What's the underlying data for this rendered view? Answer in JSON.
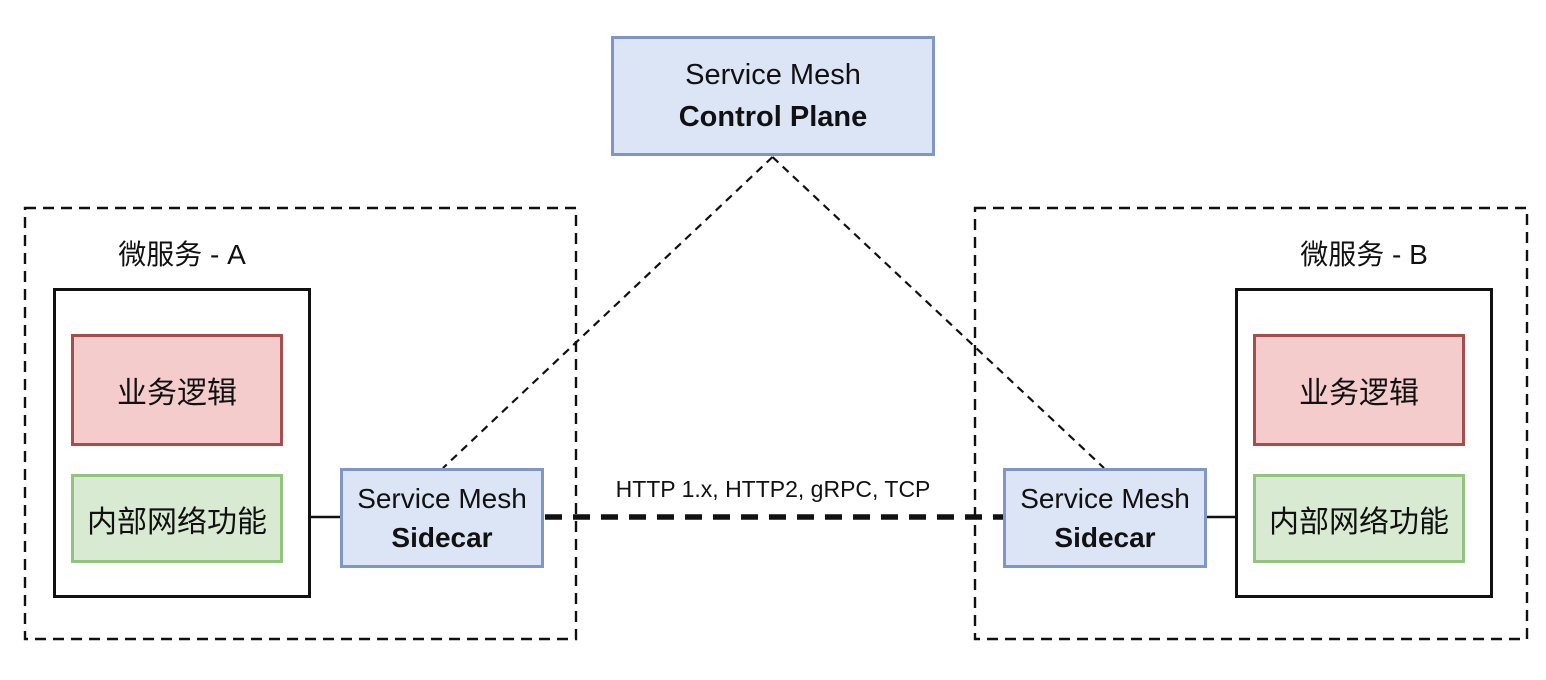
{
  "colors": {
    "blue_fill": "#dbe5f6",
    "blue_border": "#8096c6",
    "red_fill": "#f4cccc",
    "red_border": "#a64d4d",
    "green_fill": "#d9ead3",
    "green_border": "#93c47d",
    "line_color": "#111111"
  },
  "control_plane": {
    "line1": "Service Mesh",
    "line2": "Control Plane"
  },
  "link_label": "HTTP 1.x, HTTP2, gRPC, TCP",
  "service_a": {
    "title": "微服务 - A",
    "business_logic_label": "业务逻辑",
    "internal_network_label": "内部网络功能",
    "sidecar": {
      "line1": "Service Mesh",
      "line2": "Sidecar"
    }
  },
  "service_b": {
    "title": "微服务 - B",
    "business_logic_label": "业务逻辑",
    "internal_network_label": "内部网络功能",
    "sidecar": {
      "line1": "Service Mesh",
      "line2": "Sidecar"
    }
  }
}
